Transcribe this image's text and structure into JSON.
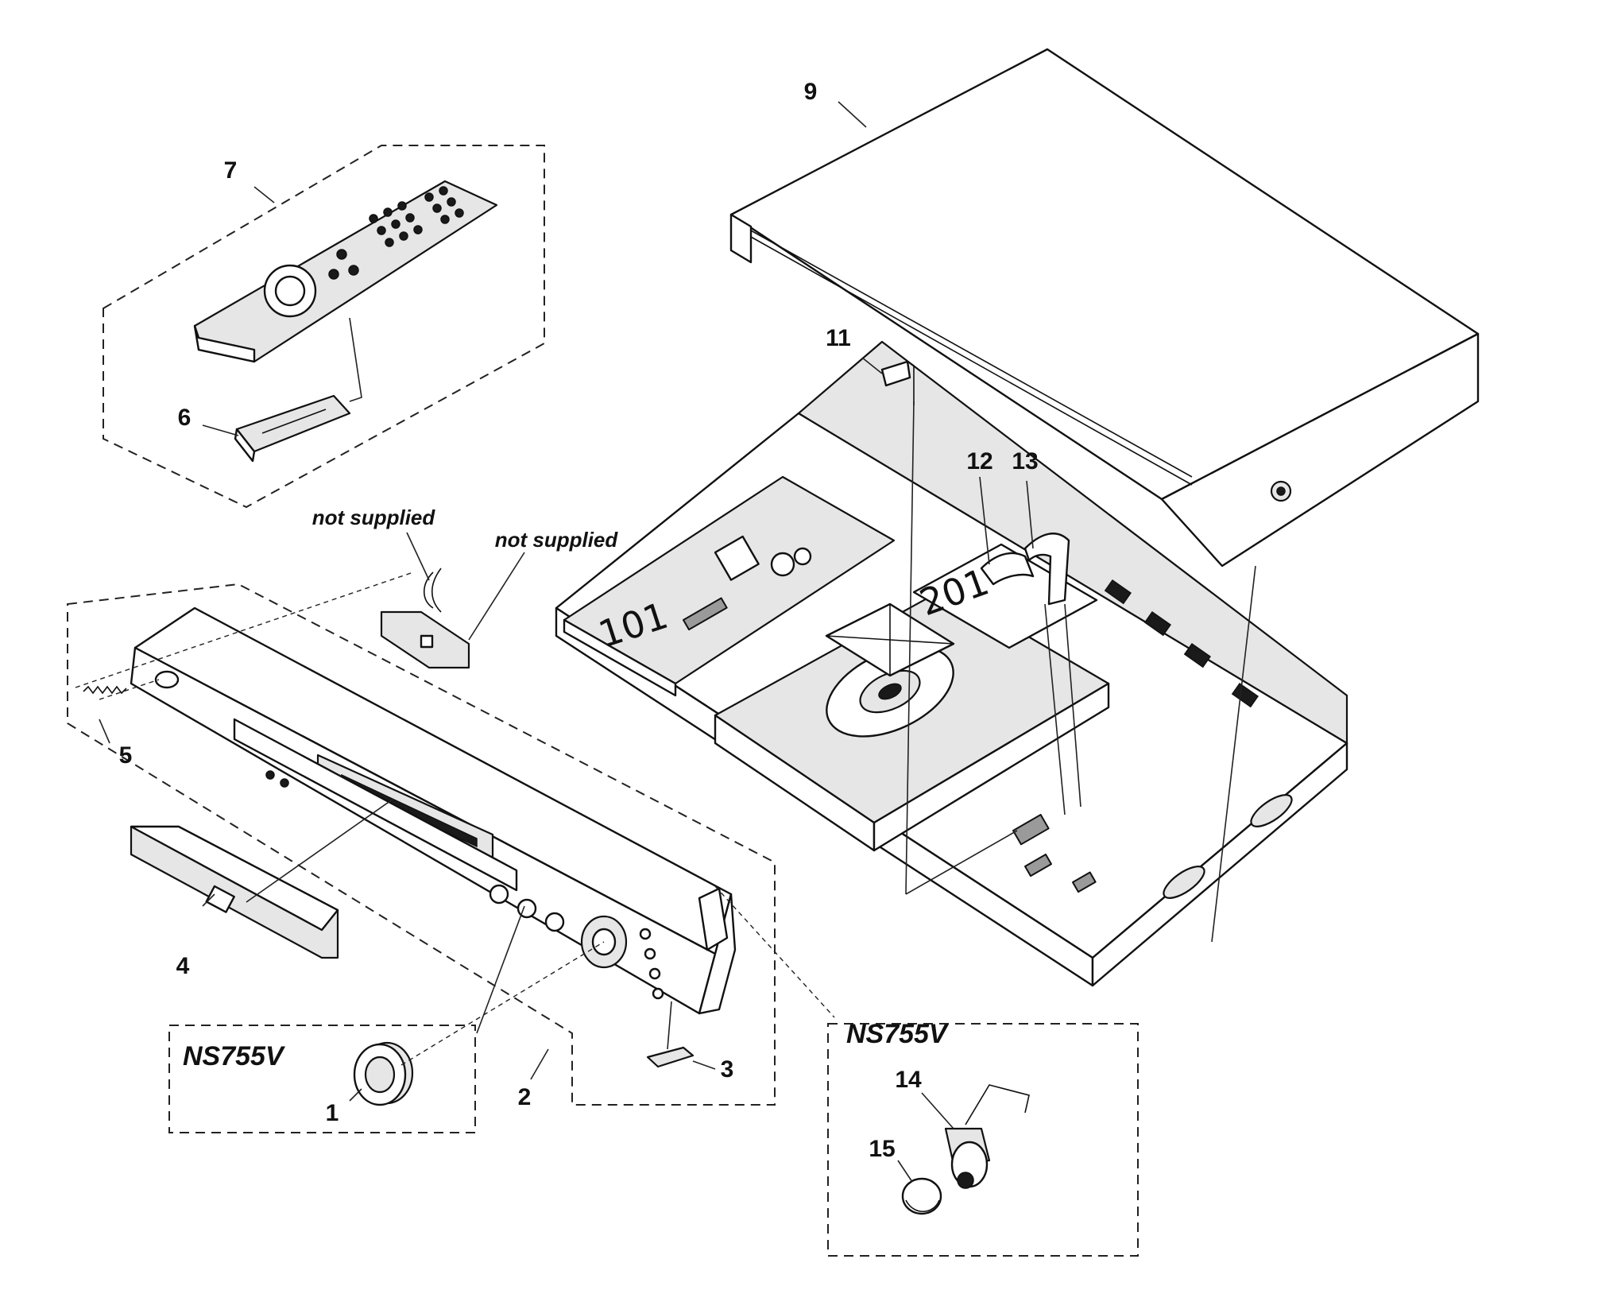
{
  "callouts": {
    "c1": "1",
    "c2": "2",
    "c3": "3",
    "c4": "4",
    "c5": "5",
    "c6": "6",
    "c7": "7",
    "c9": "9",
    "c11": "11",
    "c12": "12",
    "c13": "13",
    "c14": "14",
    "c15": "15"
  },
  "model_labels": {
    "left": "NS755V",
    "right": "NS755V"
  },
  "notes": {
    "note_left": "not supplied",
    "note_right": "not supplied"
  },
  "board_labels": {
    "board_a": "101",
    "board_b": "201"
  }
}
